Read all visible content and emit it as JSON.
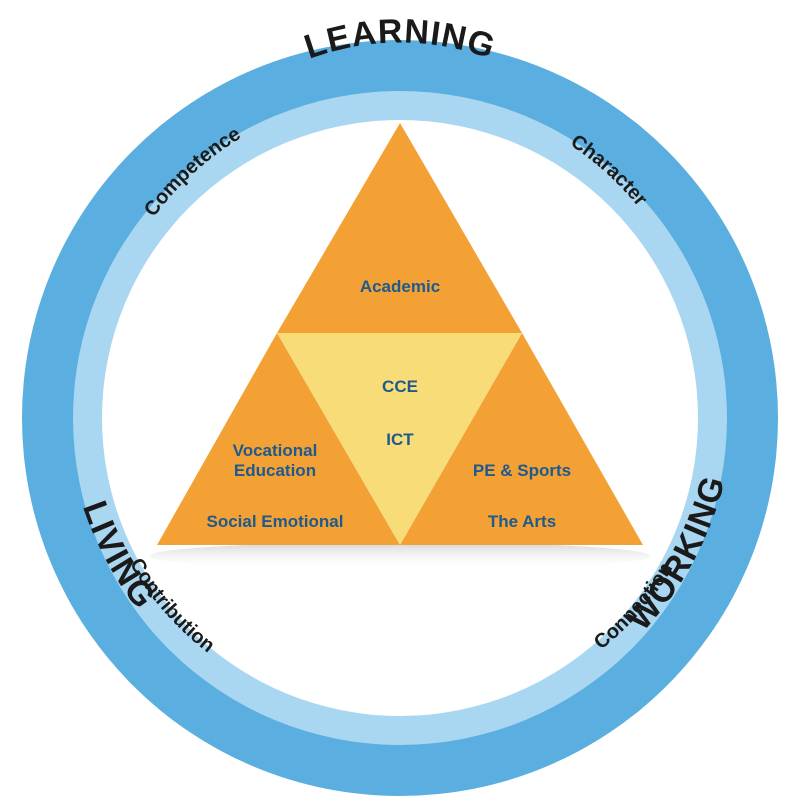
{
  "outer_ring": {
    "top": "LEARNING",
    "left": "LIVING",
    "right": "WORKING"
  },
  "inner_ring": {
    "top_left": "Competence",
    "top_right": "Character",
    "bottom_left": "Contribution",
    "bottom_right": "Connection"
  },
  "triangle": {
    "top": "Academic",
    "center": [
      "CCE",
      "ICT"
    ],
    "left": [
      "Vocational",
      "Education",
      "Social Emotional"
    ],
    "right": [
      "PE & Sports",
      "The Arts"
    ]
  },
  "colors": {
    "outer_ring": "#5aaee0",
    "inner_ring": "#a9d6f0",
    "triangle_orange": "#f3a034",
    "triangle_center": "#f7dc78",
    "label_blue": "#1f5a8e"
  }
}
